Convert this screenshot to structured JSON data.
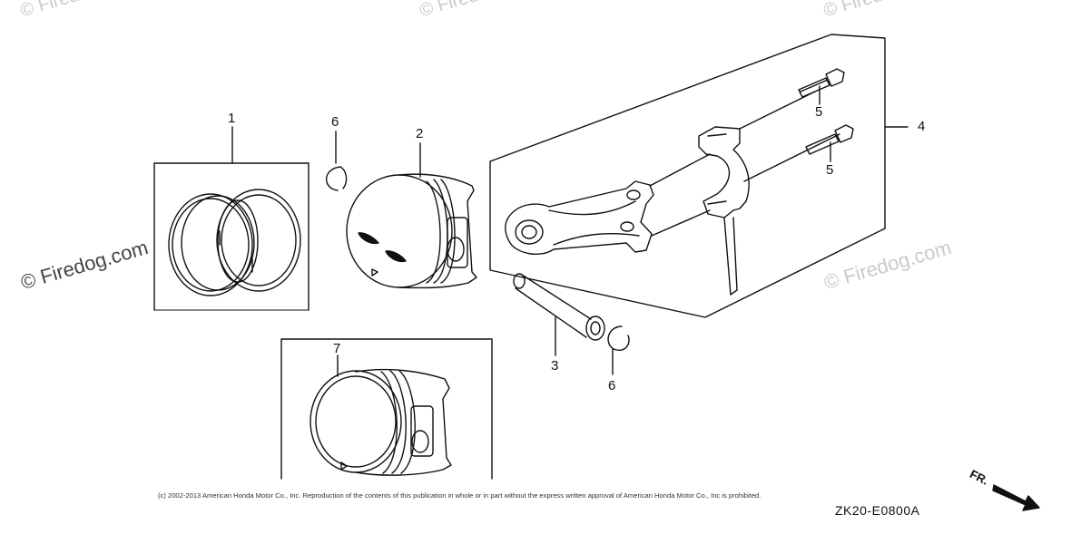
{
  "watermarks": [
    "© Firedog.com",
    "© Firedog.com",
    "© Firedog.com",
    "© Firedog.com",
    "© Firedog.com"
  ],
  "callouts": {
    "part_1": "1",
    "part_2": "2",
    "part_3": "3",
    "part_4": "4",
    "part_5_upper": "5",
    "part_5_lower": "5",
    "part_6_upper": "6",
    "part_6_lower": "6",
    "part_7": "7"
  },
  "footer": {
    "copyright": "(c) 2002-2013 American Honda Motor Co., Inc. Reproduction of the contents of this publication in whole or in part without the express written approval of American Honda Motor Co., Inc is prohibited.",
    "diagram_code": "ZK20-E0800A",
    "direction_label": "FR."
  }
}
